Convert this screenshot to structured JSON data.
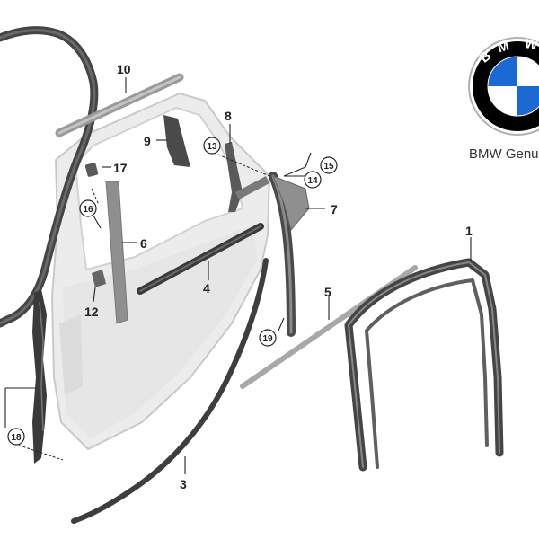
{
  "brand": {
    "logo_letters": [
      "B",
      "M",
      "W"
    ],
    "caption": "BMW Genui",
    "colors": {
      "blue": "#1c69d4",
      "white": "#ffffff",
      "ring": "#000000",
      "outer_ring": "#b0b0b0"
    }
  },
  "callouts": [
    {
      "id": "1",
      "label": "1",
      "circled": false
    },
    {
      "id": "3",
      "label": "3",
      "circled": false
    },
    {
      "id": "4",
      "label": "4",
      "circled": false
    },
    {
      "id": "5",
      "label": "5",
      "circled": false
    },
    {
      "id": "6",
      "label": "6",
      "circled": false
    },
    {
      "id": "7",
      "label": "7",
      "circled": false
    },
    {
      "id": "8",
      "label": "8",
      "circled": false
    },
    {
      "id": "9",
      "label": "9",
      "circled": false
    },
    {
      "id": "10",
      "label": "10",
      "circled": false
    },
    {
      "id": "12",
      "label": "12",
      "circled": false
    },
    {
      "id": "13",
      "label": "13",
      "circled": true
    },
    {
      "id": "14",
      "label": "14",
      "circled": true
    },
    {
      "id": "15",
      "label": "15",
      "circled": true
    },
    {
      "id": "16",
      "label": "16",
      "circled": true
    },
    {
      "id": "17",
      "label": "17",
      "circled": false
    },
    {
      "id": "18",
      "label": "18",
      "circled": true
    },
    {
      "id": "19",
      "label": "19",
      "circled": true
    }
  ],
  "colors": {
    "seal_dark": "#454545",
    "seal_mid": "#5f5f5f",
    "door_panel": "#ececec",
    "door_edge": "#c9c9c9",
    "trim_grey": "#9a9a9a",
    "light_strip": "#a8a8a8"
  }
}
